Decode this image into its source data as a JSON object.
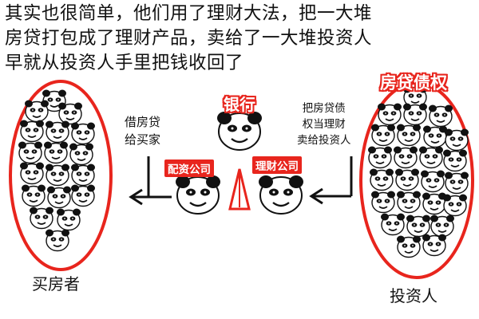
{
  "caption": {
    "line1": "其实也很简单，他们用了理财大法，把一大堆",
    "line2": "房贷打包成了理财产品，卖给了一大堆投资人",
    "line3": "早就从投资人手里把钱收回了"
  },
  "nodes": {
    "buyers": {
      "label": "买房者"
    },
    "investors": {
      "label": "投资人",
      "tag": "房贷债权"
    },
    "bank": {
      "tag": "银行"
    },
    "loan_company": {
      "tag": "配资公司"
    },
    "wealth_company": {
      "tag": "理财公司"
    }
  },
  "notes": {
    "left": [
      "借房贷",
      "给买家"
    ],
    "right": [
      "把房贷债",
      "权当理财",
      "卖给投资人"
    ]
  },
  "colors": {
    "accent": "#e8251d",
    "arrow": "#111111",
    "face": "#ffffff",
    "outline": "#111111"
  },
  "icons": [
    "panda-meme-face-icon",
    "arrow-left-icon",
    "arrow-down-icon"
  ]
}
